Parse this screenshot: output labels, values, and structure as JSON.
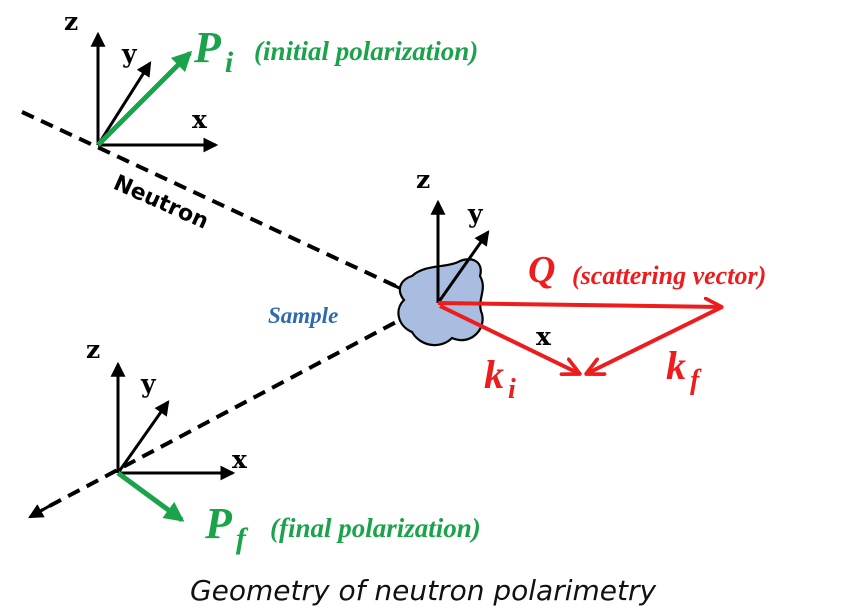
{
  "colors": {
    "axis": "#000000",
    "polarization": "#1aa34a",
    "scattering": "#ee1c1c",
    "sample_fill": "#a9bde0",
    "sample_label": "#2f6ab0"
  },
  "frames": {
    "initial": {
      "z": "z",
      "y": "y",
      "x": "x"
    },
    "sample": {
      "z": "z",
      "y": "y",
      "x": "x"
    },
    "final": {
      "z": "z",
      "y": "y",
      "x": "x"
    }
  },
  "labels": {
    "neutron": "Neutron",
    "sample": "Sample",
    "pi_symbol": "P",
    "pi_sub": "i",
    "pi_desc": "(initial polarization)",
    "pf_symbol": "P",
    "pf_sub": "f",
    "pf_desc": "(final polarization)",
    "q_symbol": "Q",
    "q_desc": "(scattering vector)",
    "ki_symbol": "k",
    "ki_sub": "i",
    "kf_symbol": "k",
    "kf_sub": "f"
  },
  "caption": "Geometry of neutron polarimetry"
}
